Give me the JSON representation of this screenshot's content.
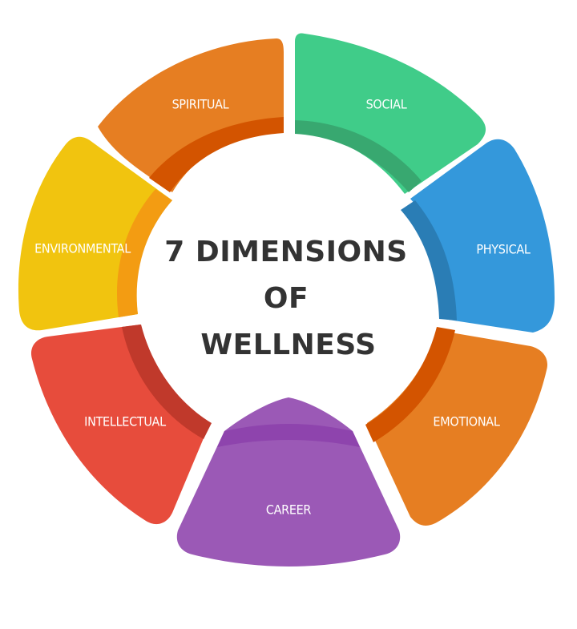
{
  "title_lines": [
    "7 DIMENSIONS",
    "OF",
    "WELLNESS"
  ],
  "dimensions": [
    {
      "label": "SPIRITUAL",
      "color": "#E67E22",
      "band": "#D35400"
    },
    {
      "label": "SOCIAL",
      "color": "#40CC89",
      "band": "#38A870"
    },
    {
      "label": "PHYSICAL",
      "color": "#3498DB",
      "band": "#2A7DB5"
    },
    {
      "label": "EMOTIONAL",
      "color": "#E67E22",
      "band": "#D35400"
    },
    {
      "label": "CAREER",
      "color": "#9B59B6",
      "band": "#8E44AD"
    },
    {
      "label": "INTELLECTUAL",
      "color": "#E74C3C",
      "band": "#C0392B"
    },
    {
      "label": "ENVIRONMENTAL",
      "color": "#F1C40F",
      "band": "#F39C12"
    }
  ]
}
